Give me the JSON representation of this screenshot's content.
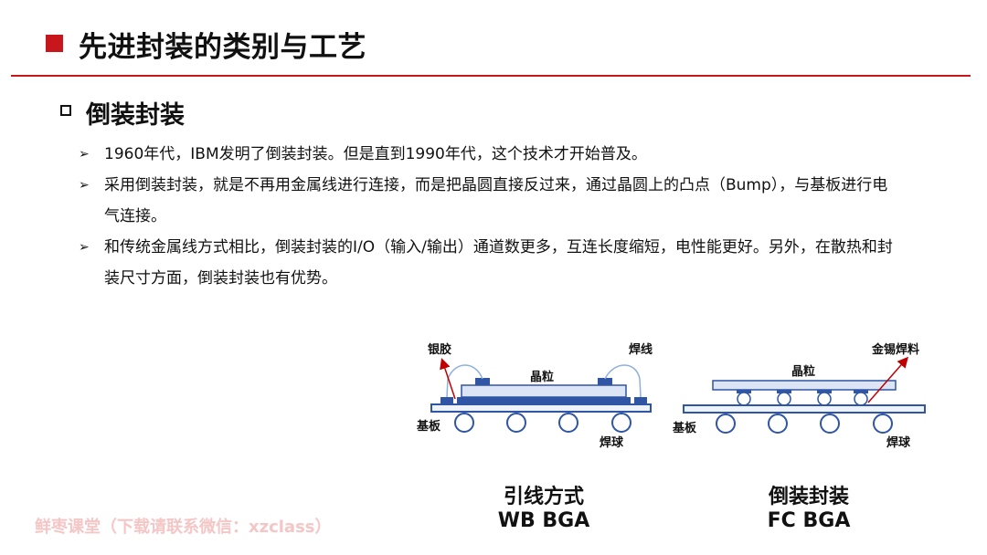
{
  "header": {
    "title": "先进封装的类别与工艺"
  },
  "section": {
    "title": "倒装封装"
  },
  "bullets": [
    "1960年代，IBM发明了倒装封装。但是直到1990年代，这个技术才开始普及。",
    "采用倒装封装，就是不再用金属线进行连接，而是把晶圆直接反过来，通过晶圆上的凸点（Bump），与基板进行电气连接。",
    "和传统金属线方式相比，倒装封装的I/O（输入/输出）通道数更多，互连长度缩短，电性能更好。另外，在散热和封装尺寸方面，倒装封装也有优势。"
  ],
  "diagram_wb": {
    "label_silver_glue": "银胶",
    "label_wire": "焊线",
    "label_die": "晶粒",
    "label_substrate": "基板",
    "label_ball": "焊球",
    "caption_cn": "引线方式",
    "caption_en": "WB BGA"
  },
  "diagram_fc": {
    "label_solder": "金锡焊料",
    "label_die": "晶粒",
    "label_substrate": "基板",
    "label_ball": "焊球",
    "caption_cn": "倒装封装",
    "caption_en": "FC BGA"
  },
  "watermark": "鲜枣课堂（下载请联系微信：xzclass）",
  "colors": {
    "accent": "#c8161d",
    "diagram_blue": "#2f55a4",
    "die_light": "#dbe5f5",
    "arrow_red": "#c00000"
  }
}
